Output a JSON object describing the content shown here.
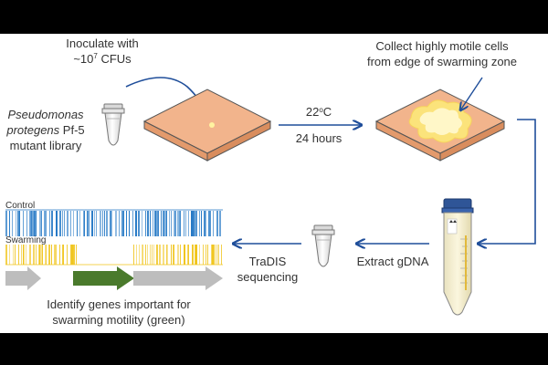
{
  "steps": {
    "inoculate_line1": "Inoculate with",
    "inoculate_prefix": "~10",
    "inoculate_exp": "7",
    "inoculate_suffix": " CFUs",
    "library_line1": "Pseudomonas",
    "library_line2_italic": "protegens",
    "library_line2_rest": " Pf-5",
    "library_line3": "mutant library",
    "temp_value": "22",
    "temp_sup": "o",
    "temp_unit": "C",
    "duration": "24 hours",
    "collect_line1": "Collect highly motile cells",
    "collect_line2": "from edge of swarming zone",
    "extract": "Extract gDNA",
    "tradis_line1": "TraDIS",
    "tradis_line2": "sequencing",
    "identify_line1": "Identify genes important for",
    "identify_line2": "swarming motility (green)"
  },
  "tracks": {
    "control_label": "Control",
    "swarming_label": "Swarming"
  },
  "colors": {
    "arrow": "#1f4e9a",
    "plate_top": "#f2b48c",
    "plate_side": "#e39a6c",
    "swarm_outer": "#fff1a8",
    "swarm_inner": "#fbe37b",
    "control_bars": "#1f75c4",
    "swarming_bars": "#f0c419",
    "gene_gray": "#bdbdbd",
    "gene_green": "#4a7a2c"
  },
  "icons": [
    "microcentrifuge-tube-icon",
    "agar-plate-icon",
    "falcon-tube-icon",
    "curved-arrow-icon"
  ]
}
